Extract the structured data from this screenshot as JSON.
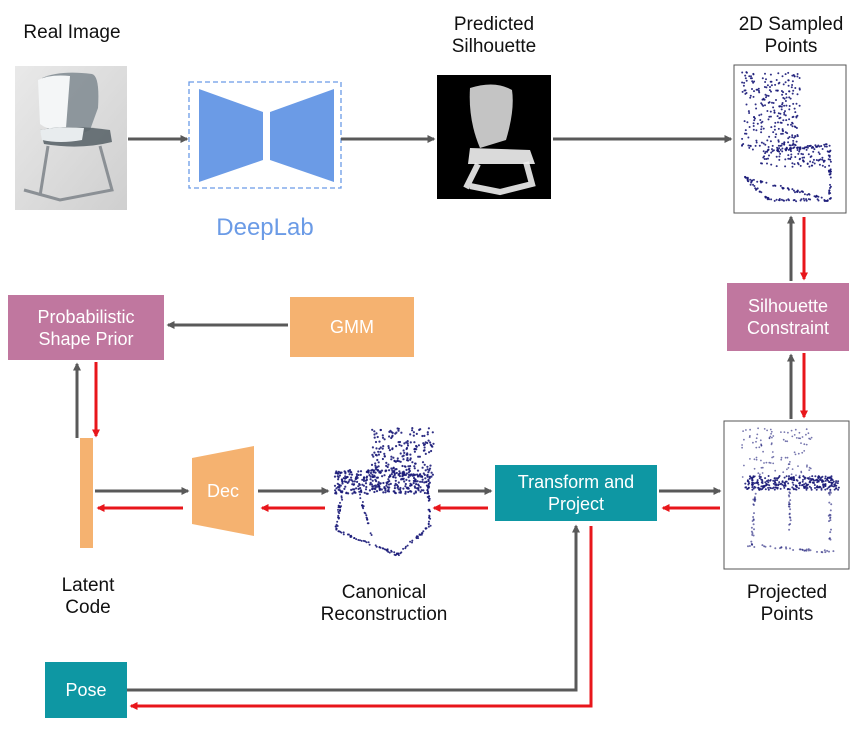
{
  "labels": {
    "real_image": "Real Image",
    "predicted_silhouette": "Predicted\nSilhouette",
    "sampled_points": "2D Sampled\nPoints",
    "deeplab": "DeepLab",
    "latent_code": "Latent\nCode",
    "canonical_reconstruction": "Canonical\nReconstruction",
    "projected_points": "Projected\nPoints"
  },
  "boxes": {
    "shape_prior": "Probabilistic\nShape Prior",
    "gmm": "GMM",
    "silhouette_constraint": "Silhouette\nConstraint",
    "dec": "Dec",
    "transform_project": "Transform and\nProject",
    "pose": "Pose"
  },
  "colors": {
    "prior_box": "#c0779f",
    "gmm_box": "#f5b270",
    "teal_box": "#0e97a3",
    "deeplab_blue": "#6b9be6",
    "arrow_gray": "#595959",
    "arrow_red": "#e8161b",
    "point_navy": "#1a1a78"
  }
}
